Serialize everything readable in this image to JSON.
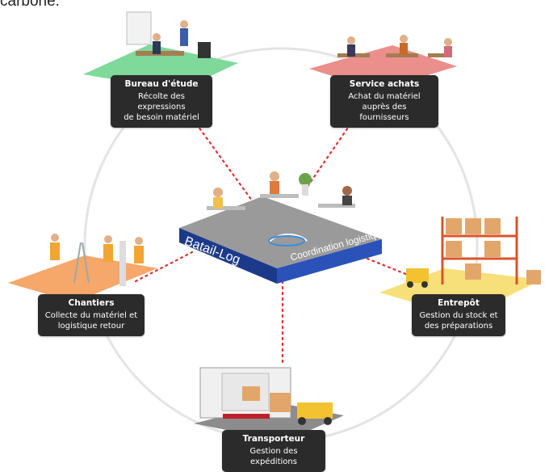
{
  "header_fragment": "carbone.",
  "hub": {
    "name": "Batail-Log",
    "role": "Coordination logistique"
  },
  "nodes": [
    {
      "key": "bureau",
      "title": "Bureau d'étude",
      "desc1": "Récolte des expressions",
      "desc2": "de besoin matériel",
      "color": "#7ed99a"
    },
    {
      "key": "achats",
      "title": "Service achats",
      "desc1": "Achat du matériel",
      "desc2": "auprès des fournisseurs",
      "color": "#ea8f8c"
    },
    {
      "key": "chantiers",
      "title": "Chantiers",
      "desc1": "Collecte du matériel et",
      "desc2": "logistique retour",
      "color": "#f6a76a"
    },
    {
      "key": "entrepot",
      "title": "Entrepôt",
      "desc1": "Gestion du stock et",
      "desc2": "des préparations",
      "color": "#f7e07a"
    },
    {
      "key": "transporteur",
      "title": "Transporteur",
      "desc1": "Gestion des expéditions",
      "desc2": "",
      "color": "#8c8c8c"
    }
  ],
  "colors": {
    "ring": "#e4e4e4",
    "connector": "#e0302e",
    "hub_top": "#9a9a9a",
    "hub_front": "#1c3a8a",
    "hub_side": "#2a52b8"
  }
}
